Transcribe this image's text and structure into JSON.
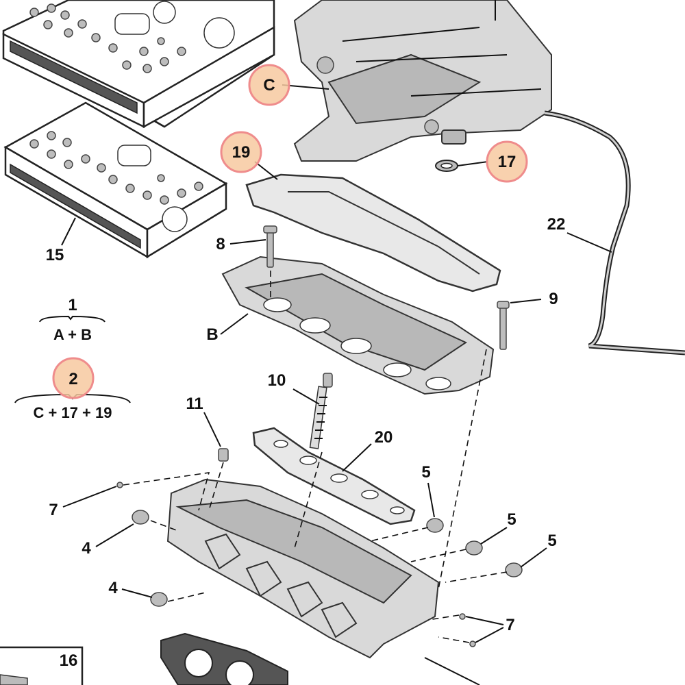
{
  "callouts": {
    "C": "C",
    "p19": "19",
    "p17": "17",
    "p22": "22",
    "p8": "8",
    "p15": "15",
    "p9": "9",
    "pB": "B",
    "p10": "10",
    "p11": "11",
    "p20": "20",
    "p5a": "5",
    "p5b": "5",
    "p5c": "5",
    "p7a": "7",
    "p7b": "7",
    "p4a": "4",
    "p4b": "4",
    "p16": "16"
  },
  "kits": {
    "kit1_number": "1",
    "kit1_formula": "A + B",
    "kit2_number": "2",
    "kit2_formula": "C + 17 + 19"
  },
  "colors": {
    "highlight_fill": "#f7c9a0",
    "highlight_ring": "#ef8c8c"
  }
}
